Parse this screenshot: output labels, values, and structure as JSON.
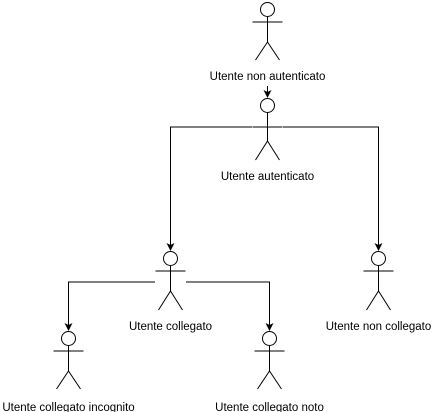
{
  "diagram": {
    "actors": [
      {
        "id": "a1",
        "label": "Utente non autenticato",
        "icon": "stick-figure-icon"
      },
      {
        "id": "a2",
        "label": "Utente autenticato",
        "icon": "stick-figure-icon"
      },
      {
        "id": "a3",
        "label": "Utente collegato",
        "icon": "stick-figure-icon"
      },
      {
        "id": "a4",
        "label": "Utente non collegato",
        "icon": "stick-figure-icon"
      },
      {
        "id": "a5",
        "label": "Utente collegato incognito",
        "icon": "stick-figure-icon"
      },
      {
        "id": "a6",
        "label": "Utente collegato noto",
        "icon": "stick-figure-icon"
      }
    ],
    "connections": [
      {
        "from": "a1",
        "to": "a2"
      },
      {
        "from": "a2",
        "to": "a3"
      },
      {
        "from": "a2",
        "to": "a4"
      },
      {
        "from": "a3",
        "to": "a5"
      },
      {
        "from": "a3",
        "to": "a6"
      }
    ],
    "colors": {
      "line": "#000000",
      "figure_fill": "#ffffff"
    }
  }
}
